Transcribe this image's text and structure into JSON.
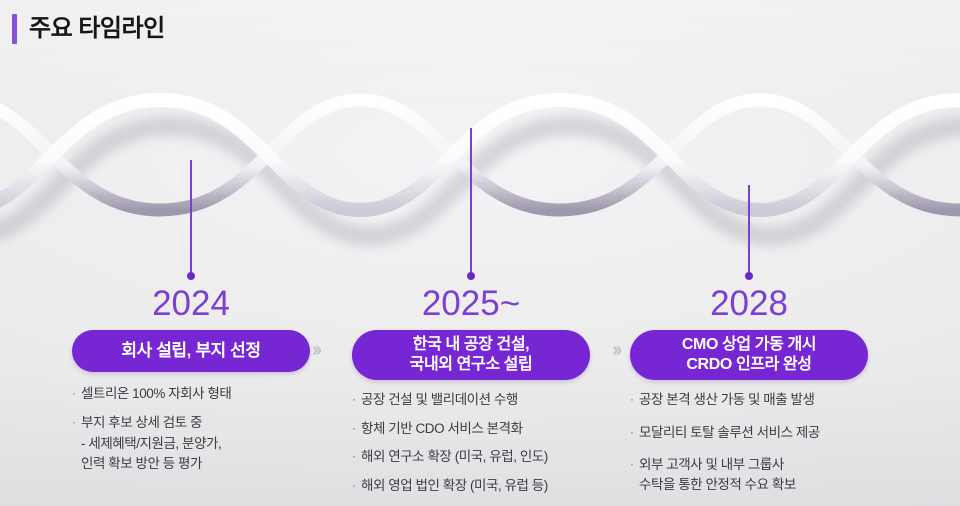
{
  "header": {
    "title": "주요 타임라인",
    "accent_color": "#8a4fe0"
  },
  "theme": {
    "background": "#ececee",
    "pill_purple": "#7626d3",
    "year_purple": "#7b3fd4",
    "bullet_text": "#3b3b41",
    "chevron_gray": "#c3c3cb"
  },
  "separators": {
    "chevron_1": "››",
    "chevron_2": "››"
  },
  "timeline": {
    "columns": [
      {
        "year": "2024",
        "pill_lines": [
          "회사 설립, 부지 선정"
        ],
        "bullets": [
          {
            "marker": "·",
            "text": "셀트리온 100% 자회사 형태"
          },
          {
            "marker": "·",
            "text": "부지 후보 상세 검토 중",
            "sub": "- 세제혜택/지원금, 분양가,\n   인력 확보 방안 등 평가"
          }
        ]
      },
      {
        "year": "2025~",
        "pill_lines": [
          "한국 내 공장 건설,",
          "국내외 연구소 설립"
        ],
        "bullets": [
          {
            "marker": "·",
            "text": "공장 건설 및 밸리데이션 수행"
          },
          {
            "marker": "·",
            "text": "항체 기반 CDO 서비스 본격화"
          },
          {
            "marker": "·",
            "text": "해외 연구소 확장 (미국, 유럽, 인도)"
          },
          {
            "marker": "·",
            "text": "해외 영업 법인 확장 (미국, 유럽 등)"
          }
        ]
      },
      {
        "year": "2028",
        "pill_lines": [
          "CMO 상업 가동 개시",
          "CRDO 인프라 완성"
        ],
        "bullets": [
          {
            "marker": "·",
            "text": "공장 본격 생산 가동 및 매출 발생"
          },
          {
            "marker": "·",
            "text": "모달리티 토탈 솔루션 서비스 제공"
          },
          {
            "marker": "·",
            "text": "외부 고객사 및 내부 그룹사\n수탁을 통한 안정적 수요 확보"
          }
        ]
      }
    ]
  }
}
